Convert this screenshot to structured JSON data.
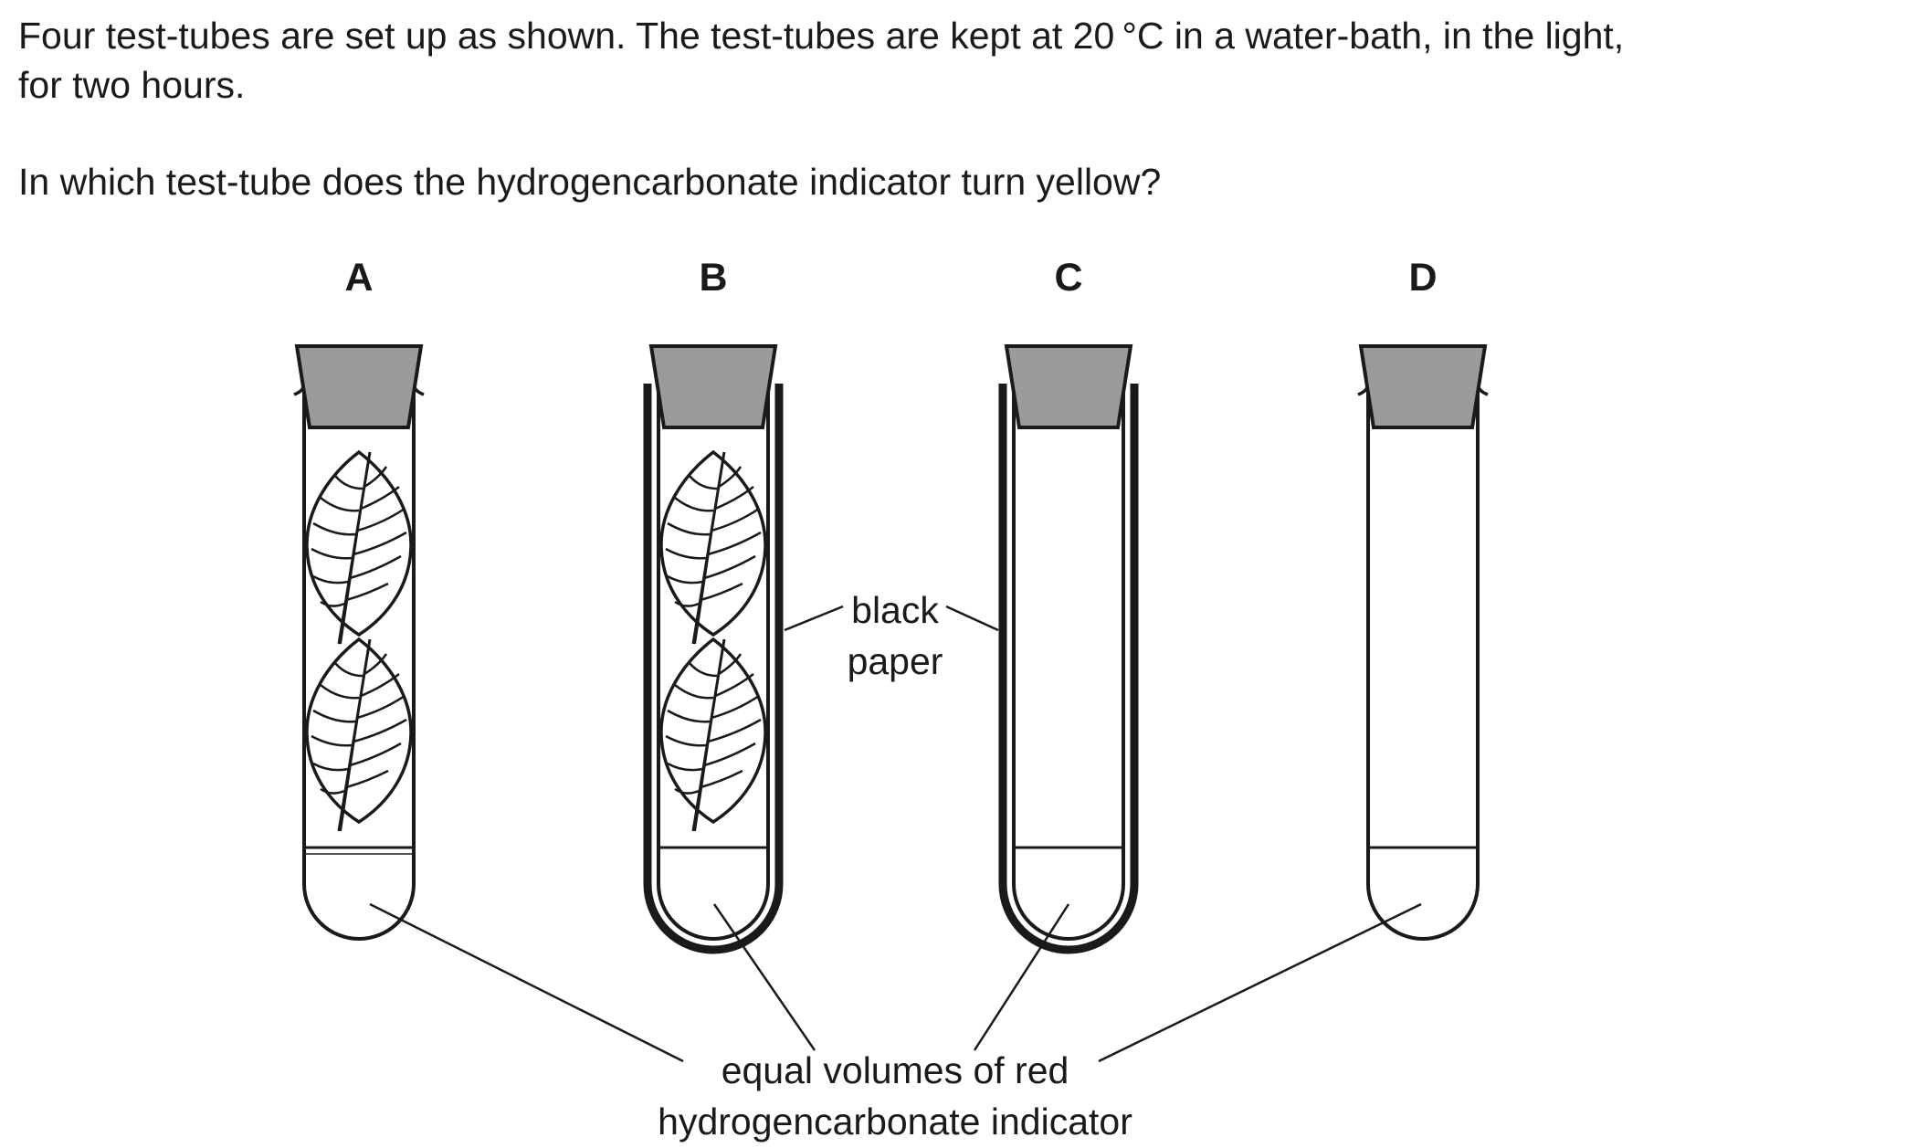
{
  "question": {
    "line1": "Four test-tubes are set up as shown. The test-tubes are kept at 20 °C in a water-bath, in the light,",
    "line2": "for two hours.",
    "line3": "In which test-tube does the hydrogencarbonate indicator turn yellow?"
  },
  "tubes": [
    {
      "letter": "A",
      "leaves": true,
      "black_paper": false
    },
    {
      "letter": "B",
      "leaves": true,
      "black_paper": true
    },
    {
      "letter": "C",
      "leaves": false,
      "black_paper": true
    },
    {
      "letter": "D",
      "leaves": false,
      "black_paper": false
    }
  ],
  "labels": {
    "black_paper_1": "black",
    "black_paper_2": "paper",
    "indicator_1": "equal volumes of red",
    "indicator_2": "hydrogencarbonate indicator"
  },
  "colors": {
    "stopper": "#9b9b9b",
    "outline": "#1a1a1a"
  }
}
